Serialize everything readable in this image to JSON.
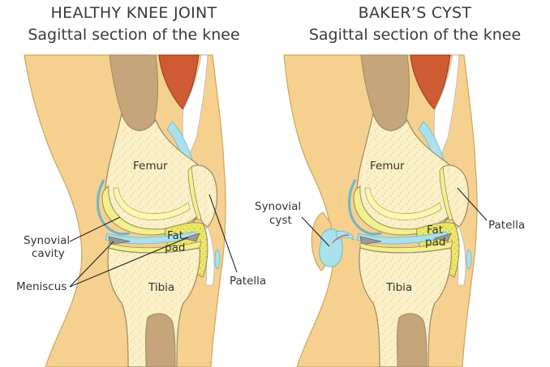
{
  "panels": [
    {
      "title": "HEALTHY KNEE JOINT",
      "subtitle": "Sagittal section of the knee",
      "labels": {
        "femur": "Femur",
        "tibia": "Tibia",
        "fat_pad_line1": "Fat",
        "fat_pad_line2": "pad",
        "synovial_cavity_line1": "Synovial",
        "synovial_cavity_line2": "cavity",
        "meniscus": "Meniscus",
        "patella": "Patella"
      }
    },
    {
      "title": "BAKER’S CYST",
      "subtitle": "Sagittal section of the knee",
      "labels": {
        "femur": "Femur",
        "tibia": "Tibia",
        "fat_pad_line1": "Fat",
        "fat_pad_line2": "pad",
        "synovial_cyst_line1": "Synovial",
        "synovial_cyst_line2": "cyst",
        "patella": "Patella"
      }
    }
  ],
  "colors": {
    "skin": "#f6d08e",
    "bone_shaft": "#c5a57a",
    "spongy_bone": "#fbf0c7",
    "cartilage": "#f3f08d",
    "synovial_fluid": "#a9e2ec",
    "muscle": "#cf5b33",
    "fat_pad": "#f0ec70",
    "outline": "#9a8a65"
  }
}
